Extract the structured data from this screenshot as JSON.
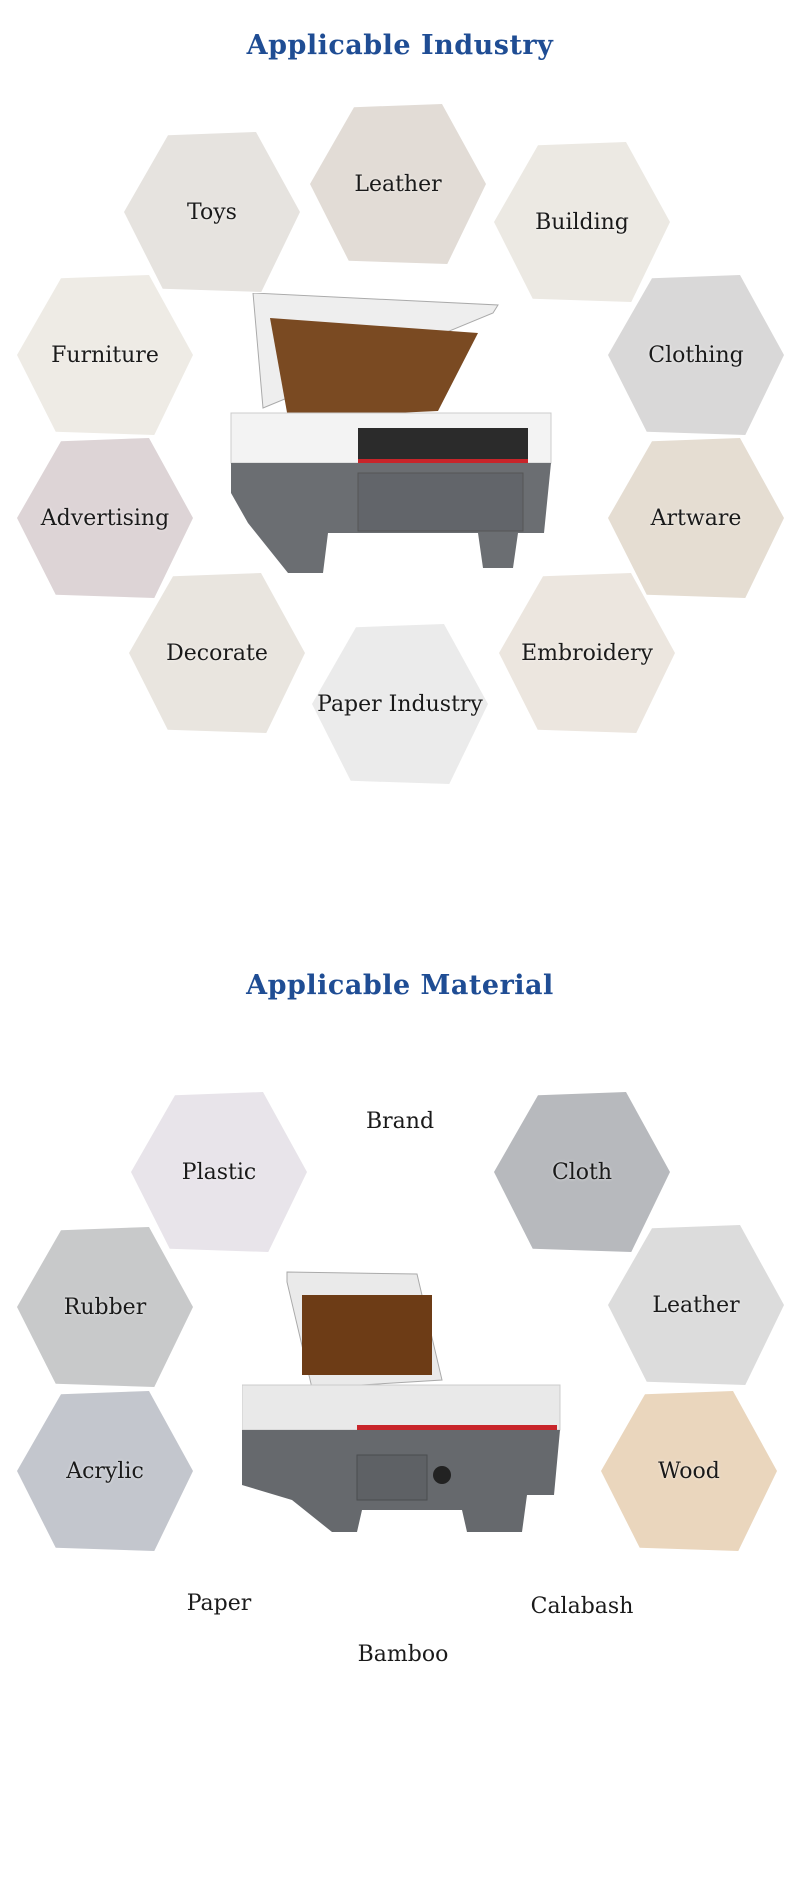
{
  "industry": {
    "title": "Applicable Industry",
    "items": [
      {
        "label": "Toys",
        "color": "#e6e3df"
      },
      {
        "label": "Leather",
        "color": "#e2dcd6"
      },
      {
        "label": "Building",
        "color": "#ece9e3"
      },
      {
        "label": "Furniture",
        "color": "#eeebe5"
      },
      {
        "label": "Clothing",
        "color": "#d9d8d8"
      },
      {
        "label": "Advertising",
        "color": "#ddd4d6"
      },
      {
        "label": "Artware",
        "color": "#e5ddd2"
      },
      {
        "label": "Decorate",
        "color": "#e9e5df"
      },
      {
        "label": "Paper Industry",
        "color": "#ebebeb"
      },
      {
        "label": "Embroidery",
        "color": "#ece6df"
      }
    ]
  },
  "material": {
    "title": "Applicable Material",
    "items": [
      {
        "label": "Brand",
        "color": "#ffffff"
      },
      {
        "label": "Plastic",
        "color": "#e8e4ea"
      },
      {
        "label": "Cloth",
        "color": "#b7b9bd"
      },
      {
        "label": "Rubber",
        "color": "#c8c9ca"
      },
      {
        "label": "Leather",
        "color": "#dcdcdc"
      },
      {
        "label": "Acrylic",
        "color": "#c3c6cd"
      },
      {
        "label": "Wood",
        "color": "#ead6bd"
      },
      {
        "label": "Paper",
        "color": "#ffffff"
      },
      {
        "label": "Calabash",
        "color": "#ffffff"
      },
      {
        "label": "Bamboo",
        "color": "#ffffff"
      }
    ]
  }
}
